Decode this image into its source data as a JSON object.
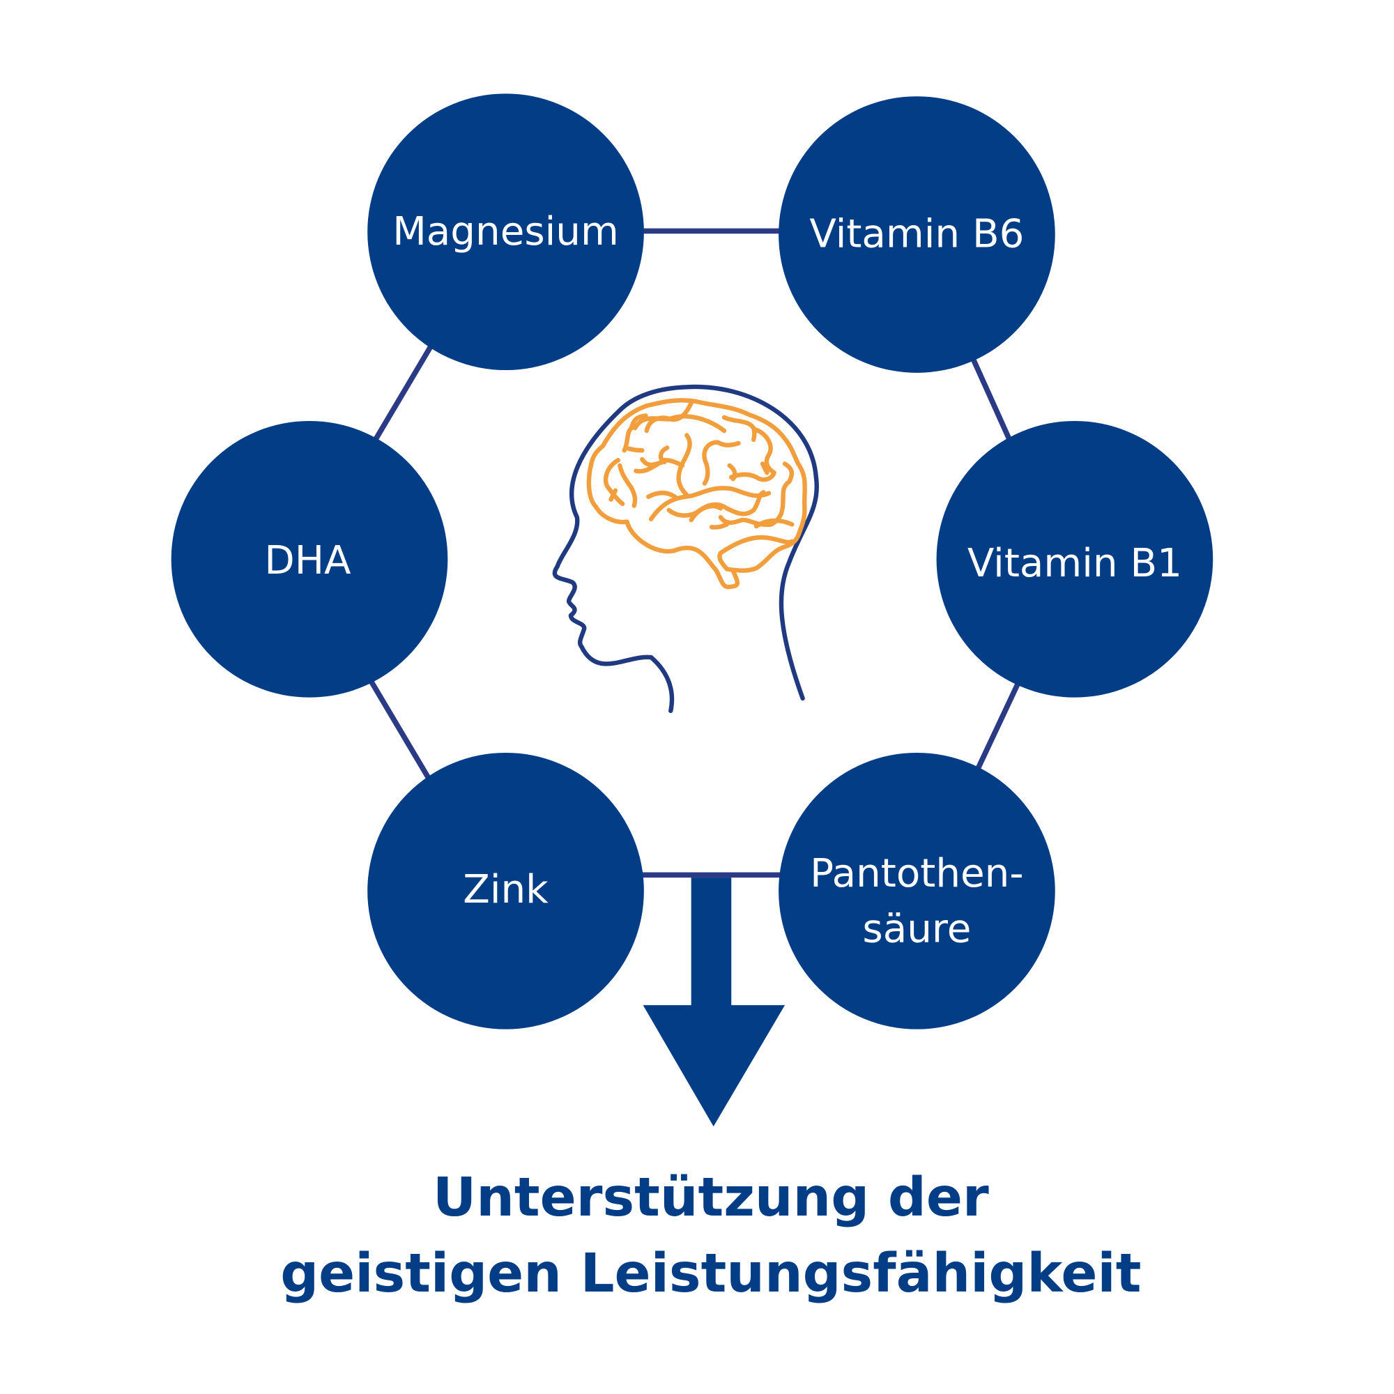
{
  "colors": {
    "circle": "#033d86",
    "connector": "#2b3a85",
    "brain": "#f29e3c",
    "head": "#1f3a80",
    "title": "#033d86"
  },
  "nutrients": [
    {
      "label": "Magnesium"
    },
    {
      "label": "Vitamin B6"
    },
    {
      "label": "Vitamin B1"
    },
    {
      "label_line1": "Pantothen-",
      "label_line2": "säure"
    },
    {
      "label": "Zink"
    },
    {
      "label": "DHA"
    }
  ],
  "center_icon": "head-with-brain-icon",
  "result": {
    "line1": "Unterstützung der",
    "line2": "geistigen Leistungsfähigkeit"
  }
}
